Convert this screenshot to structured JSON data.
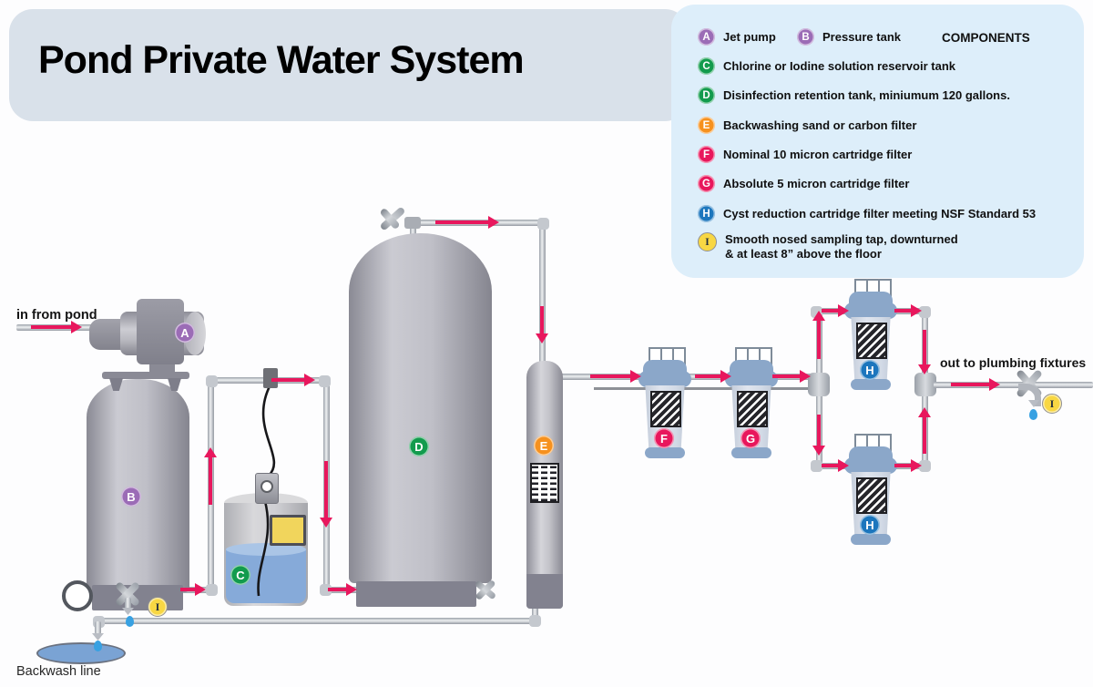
{
  "title": "Pond Private Water System",
  "legend": {
    "header": "COMPONENTS",
    "items": [
      {
        "id": "A",
        "label": "Jet pump"
      },
      {
        "id": "B",
        "label": "Pressure tank"
      },
      {
        "id": "C",
        "label": "Chlorine or Iodine solution reservoir tank"
      },
      {
        "id": "D",
        "label": "Disinfection retention tank, miniumum 120 gallons."
      },
      {
        "id": "E",
        "label": "Backwashing sand or carbon filter"
      },
      {
        "id": "F",
        "label": "Nominal 10 micron cartridge filter"
      },
      {
        "id": "G",
        "label": "Absolute 5 micron cartridge filter"
      },
      {
        "id": "H",
        "label": "Cyst reduction cartridge filter meeting NSF Standard 53"
      },
      {
        "id": "I",
        "label": "Smooth nosed sampling tap, downturned",
        "label2": "& at least 8” above the floor"
      }
    ]
  },
  "diagram": {
    "inlet_label": "in from pond",
    "outlet_label": "out to plumbing fixtures",
    "backwash_label": "Backwash line",
    "badges": {
      "A": "A",
      "B": "B",
      "C": "C",
      "D": "D",
      "E": "E",
      "F": "F",
      "G": "G",
      "H": "H",
      "I": "I"
    }
  },
  "colors": {
    "accent_flow": "#e8175d",
    "badge_purple": "#9b6cb6",
    "badge_green": "#129b4d",
    "badge_orange": "#f6911e",
    "badge_pink": "#e8175c",
    "badge_blue": "#1c76bd",
    "badge_yellow": "#f8d743",
    "pipe_gray": "#c4c8ce",
    "tank_gray": "#b9b9c0",
    "water_blue": "#86aad9",
    "title_bar": "#d9e1ea",
    "legend_panel": "#ddeefa"
  }
}
